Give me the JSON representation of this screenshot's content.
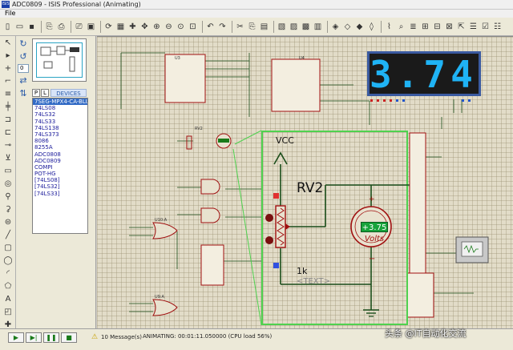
{
  "window": {
    "title": "ADC0809 - ISIS Professional (Animating)",
    "icon": "isis-app-icon"
  },
  "menu": {
    "file": "File"
  },
  "sidepanel": {
    "angle": "0",
    "picker": {
      "p": "P",
      "l": "L"
    },
    "devices_header": "DEVICES",
    "devices": [
      "7SEG-MPX4-CA-BLUE",
      "74LS08",
      "74LS32",
      "74LS33",
      "74LS138",
      "74LS373",
      "8086",
      "8255A",
      "ADC0808",
      "ADC0809",
      "COMPI",
      "POT-HG",
      "[74LS08]",
      "[74LS32]",
      "[74LS33]"
    ],
    "selected_index": 0
  },
  "display": {
    "digits": "3.74"
  },
  "zoom_inset": {
    "vcc": "VCC",
    "component": "RV2",
    "resistance": "1k",
    "text_placeholder": "<TEXT>",
    "voltmeter_value": "+3.75",
    "voltmeter_label": "Volts"
  },
  "canvas_labels": {
    "u3": "U3",
    "u4": "U4",
    "rv2_small": "RV2",
    "u10a": "U10:A",
    "u9a": "U9:A"
  },
  "status": {
    "messages": "10 Message(s)",
    "animating": "ANIMATING: 00:01:11.050000 (CPU load 56%)"
  },
  "watermark": "头条 @IT自动化交流",
  "colors": {
    "lcd_digit": "#1fb3f5",
    "inset_border": "#4fd14f",
    "voltmeter_display": "#17a33a",
    "wire": "#1a4d1a",
    "schematic_red": "#a01010"
  }
}
